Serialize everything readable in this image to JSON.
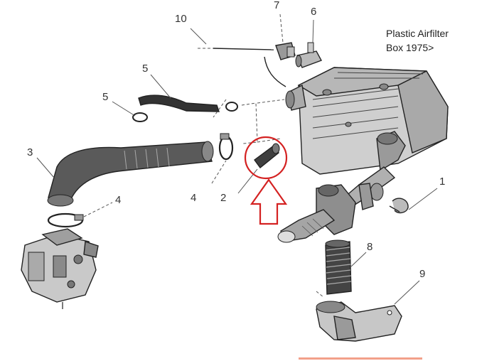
{
  "title_lines": [
    "Plastic Airfilter",
    "Box 1975>"
  ],
  "callouts": {
    "c1": "1",
    "c2": "2",
    "c3": "3",
    "c4a": "4",
    "c4b": "4",
    "c5a": "5",
    "c5b": "5",
    "c6": "6",
    "c7": "7",
    "c8": "8",
    "c9": "9",
    "c10": "10"
  },
  "colors": {
    "highlight": "#d42222",
    "ink": "#222222",
    "part_fill": "#bdbdbd",
    "part_dark": "#6e6e6e",
    "accent_bar": "#f2a08a"
  },
  "icons": {
    "arrow": "up-arrow-outline-icon",
    "circle": "highlight-circle-icon"
  }
}
